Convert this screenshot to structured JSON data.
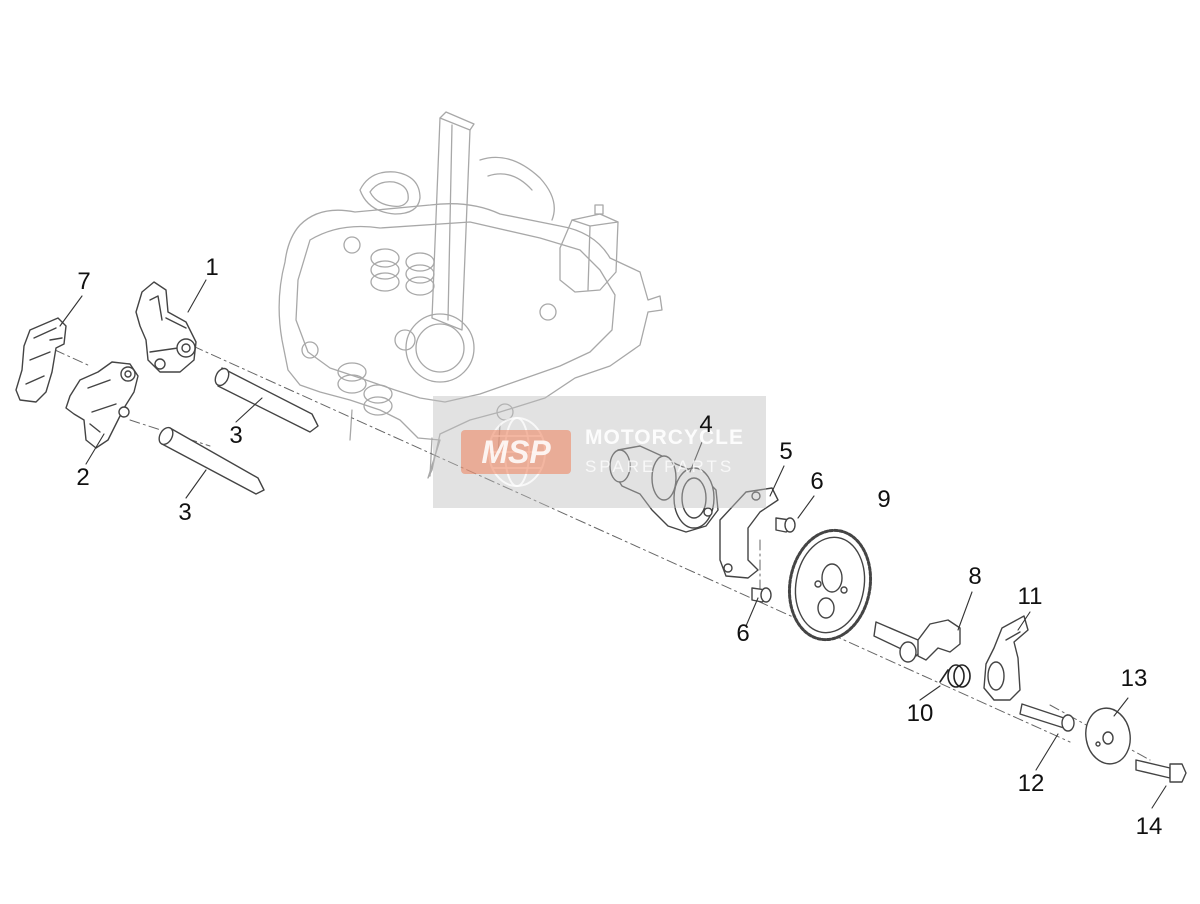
{
  "callouts": {
    "c1": "1",
    "c2": "2",
    "c3a": "3",
    "c3b": "3",
    "c4": "4",
    "c5": "5",
    "c6a": "6",
    "c6b": "6",
    "c7": "7",
    "c8": "8",
    "c9": "9",
    "c10": "10",
    "c11": "11",
    "c12": "12",
    "c13": "13",
    "c14": "14"
  },
  "watermark": {
    "badge": "MSP",
    "line1": "MOTORCYCLE",
    "line2": "SPARE PARTS"
  },
  "colors": {
    "line": "#555555",
    "engine_line": "#9a9a9a",
    "text": "#111111",
    "watermark_bg": "#bebebe",
    "watermark_badge": "#ee805a"
  }
}
